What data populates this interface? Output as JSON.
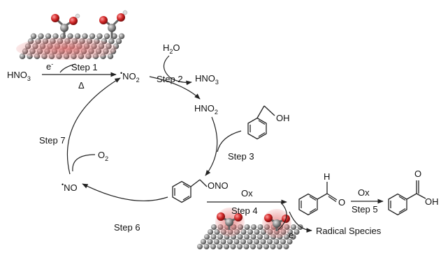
{
  "species": {
    "hno3_left": "HNO",
    "hno3_left_sub": "3",
    "electron_top": "e",
    "electron_sup": "-",
    "delta": "Δ",
    "no2_dot": "•",
    "no2": "NO",
    "no2_sub": "2",
    "h2o": "H",
    "h2o_sub": "2",
    "h2o_end": "O",
    "hno3_right": "HNO",
    "hno3_right_sub": "3",
    "hno2": "HNO",
    "hno2_sub": "2",
    "oh": "OH",
    "o2": "O",
    "o2_sub": "2",
    "no_dot": "•",
    "no": "NO",
    "ono": "ONO",
    "ald_h": "H",
    "ald_o": "O",
    "acid_o": "O",
    "acid_oh": "OH",
    "ox1": "Ox",
    "ox2": "Ox",
    "electron_bottom": "e",
    "electron_bottom_sup": "-",
    "radical": "Radical Species"
  },
  "steps": {
    "s1": "Step 1",
    "s2": "Step 2",
    "s3": "Step 3",
    "s4": "Step 4",
    "s5": "Step 5",
    "s6": "Step 6",
    "s7": "Step 7"
  },
  "colors": {
    "carbon": "#8a8a8a",
    "oxygen": "#cc2222",
    "highlight": "#e36b6b",
    "ink": "#222222"
  }
}
